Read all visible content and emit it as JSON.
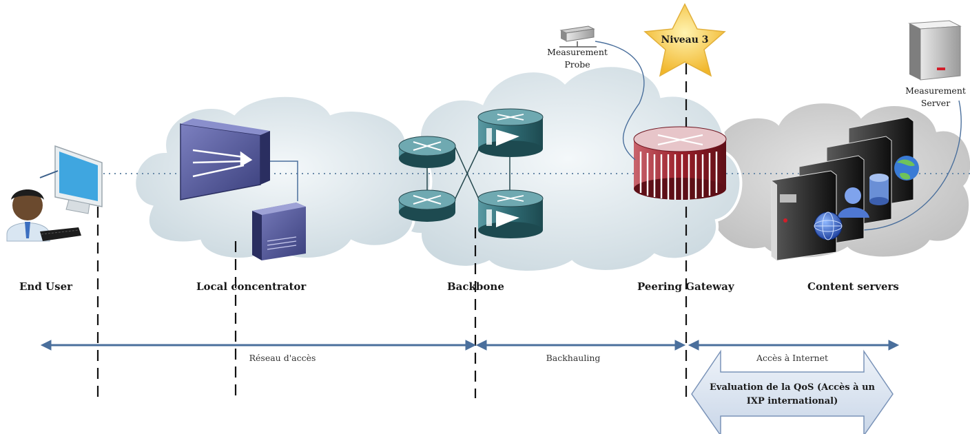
{
  "labels": {
    "end_user": "End User",
    "local_concentrator": "Local concentrator",
    "backbone": "Backbone",
    "peering_gateway": "Peering Gateway",
    "content_servers": "Content servers",
    "measurement_probe_line1": "Measurement",
    "measurement_probe_line2": "Probe",
    "measurement_server_line1": "Measurement",
    "measurement_server_line2": "Server",
    "niveau": "Niveau 3"
  },
  "segments": {
    "access_network": "Réseau d'accès",
    "backhauling": "Backhauling",
    "internet_access": "Accès à Internet"
  },
  "qos": {
    "line1": "Evaluation de la QoS (Accès à un",
    "line2": "IXP international)"
  },
  "colors": {
    "arrow": "#4a6f9c",
    "cloud": "#dfe9ef",
    "cloud_grey": "#d0d0d0",
    "router": "#2f6b74",
    "gateway": "#9b1f2a",
    "concentrator": "#4a4f8e",
    "star": "#f6c93f",
    "qos_fill": "#dce5f1"
  },
  "icons": [
    "user-icon",
    "monitor-icon",
    "concentrator-icon",
    "server-tower-icon",
    "router-icon",
    "switch-icon",
    "gateway-router-icon",
    "probe-icon",
    "measurement-server-icon",
    "content-server-icon",
    "globe-icon",
    "database-icon",
    "star-icon"
  ]
}
